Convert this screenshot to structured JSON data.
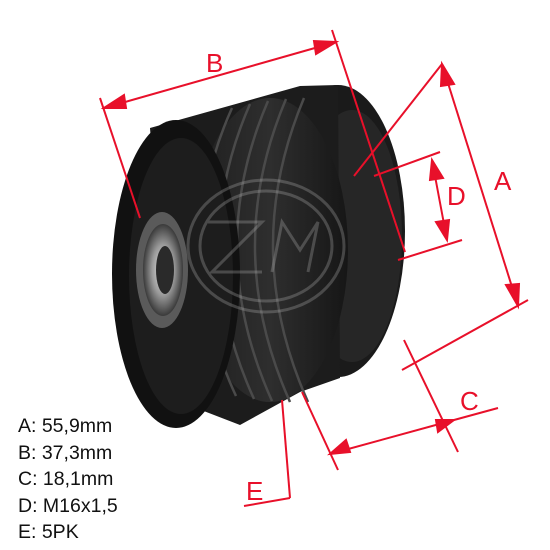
{
  "labels": {
    "A": "A",
    "B": "B",
    "C": "C",
    "D": "D",
    "E": "E"
  },
  "specs": [
    {
      "key": "A",
      "value": "55,9mm",
      "text": "A: 55,9mm"
    },
    {
      "key": "B",
      "value": "37,3mm",
      "text": "B: 37,3mm"
    },
    {
      "key": "C",
      "value": "18,1mm",
      "text": "C: 18,1mm"
    },
    {
      "key": "D",
      "value": "M16x1,5",
      "text": "D: M16x1,5"
    },
    {
      "key": "E",
      "value": "5PK",
      "text": "E: 5PK"
    }
  ],
  "colors": {
    "dimension": "#e8102a",
    "part": "#151515",
    "background": "#ffffff"
  },
  "watermark": {
    "letters": "ZM"
  }
}
